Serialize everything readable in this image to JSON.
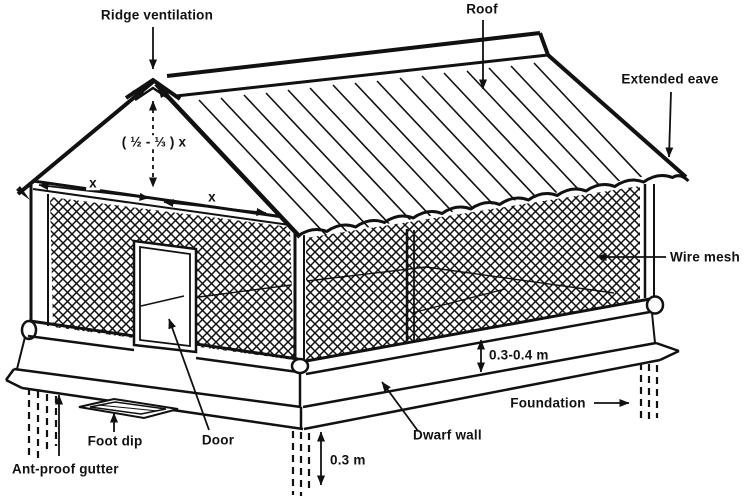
{
  "labels": {
    "ridge_ventilation": "Ridge ventilation",
    "roof": "Roof",
    "extended_eave": "Extended eave",
    "wire_mesh": "Wire mesh",
    "gable_height": "( ½ - ⅓ ) x",
    "x_left": "x",
    "x_right": "x",
    "wall_band_height": "0.3-0.4 m",
    "foundation": "Foundation",
    "dwarf_wall": "Dwarf wall",
    "foot_dip": "Foot dip",
    "door": "Door",
    "ant_proof_gutter": "Ant-proof gutter",
    "foundation_depth": "0.3 m"
  },
  "colors": {
    "ink": "#111111",
    "background": "#ffffff"
  }
}
